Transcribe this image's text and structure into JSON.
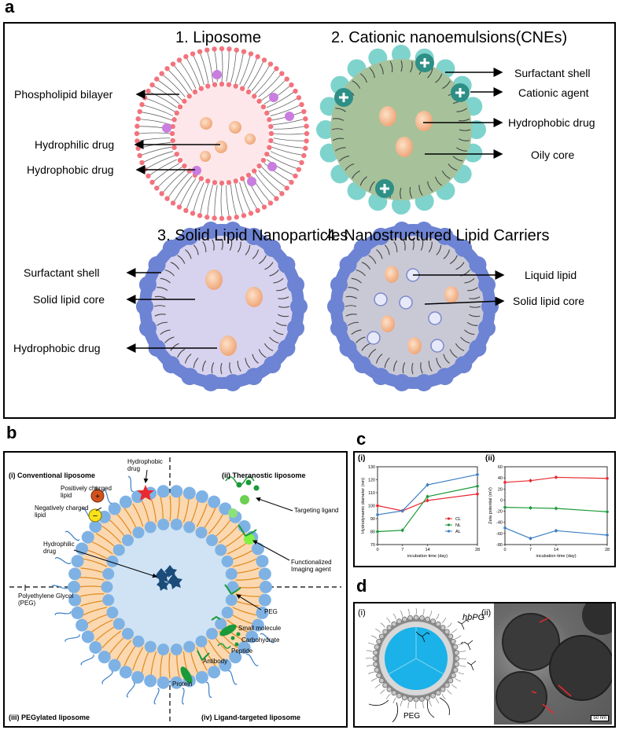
{
  "panel_a": {
    "letter": "a",
    "liposome": {
      "title": "1. Liposome",
      "labels": [
        "Phospholipid bilayer",
        "Hydrophilic drug",
        "Hydrophobic drug"
      ]
    },
    "cne": {
      "title": "2. Cationic nanoemulsions(CNEs)",
      "labels": [
        "Surfactant shell",
        "Cationic agent",
        "Hydrophobic drug",
        "Oily core"
      ]
    },
    "sln": {
      "title": "3. Solid Lipid Nanoparticles",
      "labels": [
        "Surfactant shell",
        "Solid lipid core",
        "Hydrophobic drug"
      ]
    },
    "nlc": {
      "title": "4. Nanostructured Lipid Carriers",
      "labels": [
        "Liquid lipid",
        "Solid lipid core"
      ]
    }
  },
  "panel_b": {
    "letter": "b",
    "quadrants": {
      "i": "(i) Conventional liposome",
      "ii": "(ii) Theranostic liposome",
      "iii": "(iii) PEGylated liposome",
      "iv": "(iv) Ligand-targeted liposome"
    },
    "labels": {
      "hydrophobic_drug": "Hydrophobic drug",
      "pos_lipid": "Positively charged lipid",
      "neg_lipid": "Negatively charged lipid",
      "hydrophilic_drug": "Hydrophilic drug",
      "peg_polymer": "Polyethylene Glycol (PEG)",
      "targeting_ligand": "Targeting ligand",
      "imaging_agent": "Functionalized Imaging agent",
      "peg": "PEG",
      "small_molecule": "Small molecule",
      "carbohydrate": "Carbohydrate",
      "peptide": "Peptide",
      "antibody": "Antibody",
      "protein": "Protein"
    }
  },
  "panel_c": {
    "letter": "c",
    "sub_i": "(i)",
    "sub_ii": "(ii)"
  },
  "panel_d": {
    "letter": "d",
    "sub_i": "(i)",
    "sub_ii": "(ii)",
    "hbpg": "hbPG",
    "peg": "PEG",
    "scale": "50 nm"
  },
  "chart_data": [
    {
      "type": "line",
      "x": [
        0,
        7,
        14,
        28
      ],
      "xticks": [
        "0",
        "7",
        "14",
        "28"
      ],
      "xlabel": "incubation time (day)",
      "ylabel": "Hydrodynamic diameter (nm)",
      "ylim": [
        70,
        130
      ],
      "yticks": [
        70,
        80,
        90,
        100,
        110,
        120,
        130
      ],
      "legend_position": "right",
      "series": [
        {
          "name": "CL",
          "color": "#e8292f",
          "values": [
            100,
            96,
            104,
            109
          ]
        },
        {
          "name": "NL",
          "color": "#1a9a3a",
          "values": [
            80,
            81,
            107,
            115
          ]
        },
        {
          "name": "AL",
          "color": "#3c7fc4",
          "values": [
            93,
            96,
            116,
            124
          ]
        }
      ]
    },
    {
      "type": "line",
      "x": [
        0,
        7,
        14,
        28
      ],
      "xticks": [
        "0",
        "7",
        "14",
        "28"
      ],
      "xlabel": "incubation time (day)",
      "ylabel": "Zeta potential (mV)",
      "ylim": [
        -80,
        60
      ],
      "yticks": [
        -80,
        -60,
        -40,
        -20,
        0,
        20,
        40,
        60
      ],
      "series": [
        {
          "name": "CL",
          "color": "#e8292f",
          "values": [
            32,
            35,
            41,
            39
          ]
        },
        {
          "name": "NL",
          "color": "#1a9a3a",
          "values": [
            -13,
            -14,
            -15,
            -21
          ]
        },
        {
          "name": "AL",
          "color": "#3c7fc4",
          "values": [
            -50,
            -69,
            -55,
            -63
          ]
        }
      ]
    }
  ]
}
